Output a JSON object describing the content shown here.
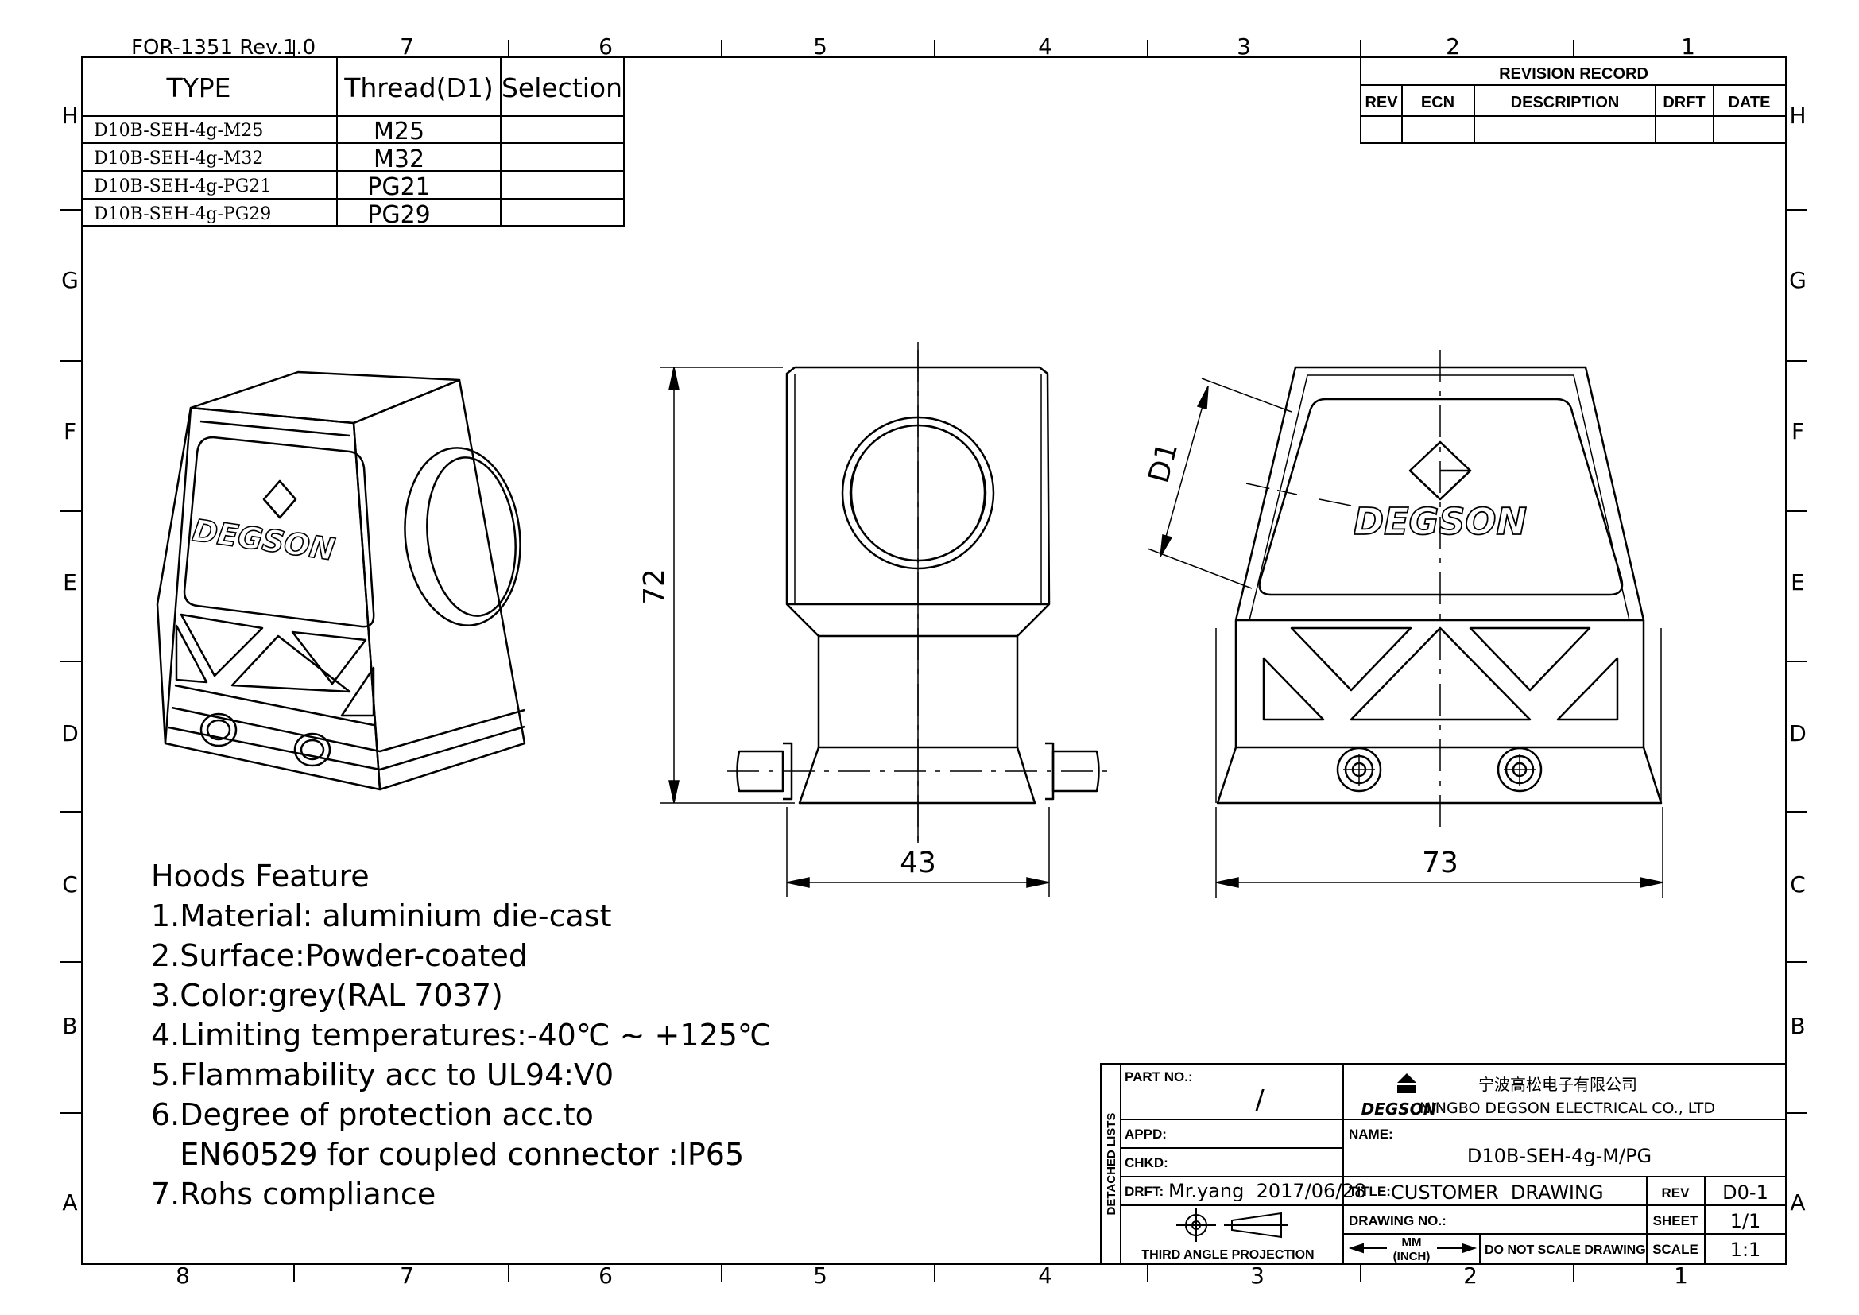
{
  "form_id": "FOR-1351  Rev.1.0",
  "border": {
    "top_columns": [
      "7",
      "6",
      "5",
      "4",
      "3",
      "2",
      "1"
    ],
    "bottom_columns": [
      "8",
      "7",
      "6",
      "5",
      "4",
      "3",
      "2",
      "1"
    ],
    "rows": [
      "H",
      "G",
      "F",
      "E",
      "D",
      "C",
      "B",
      "A"
    ]
  },
  "type_table": {
    "headers": [
      "TYPE",
      "Thread(D1)",
      "Selection"
    ],
    "rows": [
      {
        "type": "D10B-SEH-4g-M25",
        "thread": "M25",
        "selection": ""
      },
      {
        "type": "D10B-SEH-4g-M32",
        "thread": "M32",
        "selection": ""
      },
      {
        "type": "D10B-SEH-4g-PG21",
        "thread": "PG21",
        "selection": ""
      },
      {
        "type": "D10B-SEH-4g-PG29",
        "thread": "PG29",
        "selection": ""
      }
    ]
  },
  "revision_record": {
    "title": "REVISION  RECORD",
    "headers": [
      "REV",
      "ECN",
      "DESCRIPTION",
      "DRFT",
      "DATE"
    ]
  },
  "views": {
    "brand": "DEGSON",
    "dim_height": "72",
    "dim_side_width": "43",
    "dim_front_width": "73",
    "dim_thread": "D1"
  },
  "features": {
    "title": "Hoods Feature",
    "items": [
      "1.Material: aluminium die-cast",
      "2.Surface:Powder-coated",
      "3.Color:grey(RAL 7037)",
      "4.Limiting temperatures:-40℃ ~ +125℃",
      "5.Flammability acc to UL94:V0",
      "6.Degree of protection acc.to",
      "   EN60529 for coupled connector :IP65",
      "7.Rohs compliance"
    ]
  },
  "title_block": {
    "detached_lists": "DETACHED  LISTS",
    "part_no_label": "PART NO.:",
    "part_no_value": "/",
    "appd_label": "APPD:",
    "chkd_label": "CHKD:",
    "drft_label": "DRFT:",
    "drft_value": "Mr.yang  2017/06/28",
    "projection": "THIRD  ANGLE  PROJECTION",
    "company_cn": "宁波高松电子有限公司",
    "company_en": "NINGBO DEGSON ELECTRICAL CO., LTD",
    "logo_text": "DEGSON",
    "name_label": "NAME:",
    "name_value": "D10B-SEH-4g-M/PG",
    "title_label": "TITLE:",
    "title_value": "CUSTOMER  DRAWING",
    "drawing_no_label": "DRAWING NO.:",
    "units_mm": "MM",
    "units_inch": "(INCH)",
    "no_scale": "DO NOT SCALE DRAWING",
    "rev_label": "REV",
    "rev_value": "D0-1",
    "sheet_label": "SHEET",
    "sheet_value": "1/1",
    "scale_label": "SCALE",
    "scale_value": "1:1"
  }
}
